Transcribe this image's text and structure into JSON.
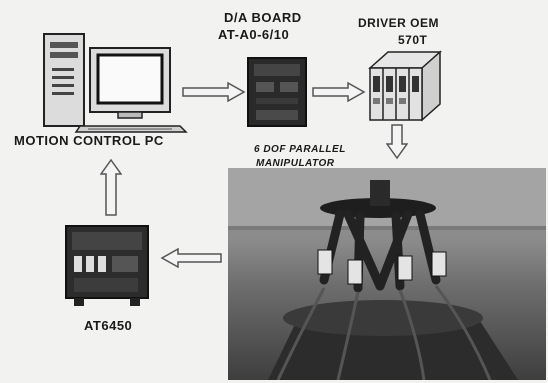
{
  "labels": {
    "pc": "MOTION CONTROL PC",
    "da_line1": "D/A BOARD",
    "da_line2": "AT-A0-6/10",
    "driver_line1": "DRIVER OEM",
    "driver_line2": "570T",
    "manipulator_line1": "6 DOF PARALLEL",
    "manipulator_line2": "MANIPULATOR",
    "at": "AT6450"
  },
  "icons": {
    "pc": "computer-icon",
    "da_board": "circuit-board-icon",
    "driver": "driver-module-icon",
    "manipulator": "parallel-manipulator-photo",
    "at6450": "controller-board-icon"
  },
  "flow": [
    {
      "from": "pc",
      "to": "da_board",
      "direction": "right"
    },
    {
      "from": "da_board",
      "to": "driver",
      "direction": "right"
    },
    {
      "from": "driver",
      "to": "manipulator",
      "direction": "down"
    },
    {
      "from": "manipulator",
      "to": "at6450",
      "direction": "left"
    },
    {
      "from": "at6450",
      "to": "pc",
      "direction": "up"
    }
  ]
}
